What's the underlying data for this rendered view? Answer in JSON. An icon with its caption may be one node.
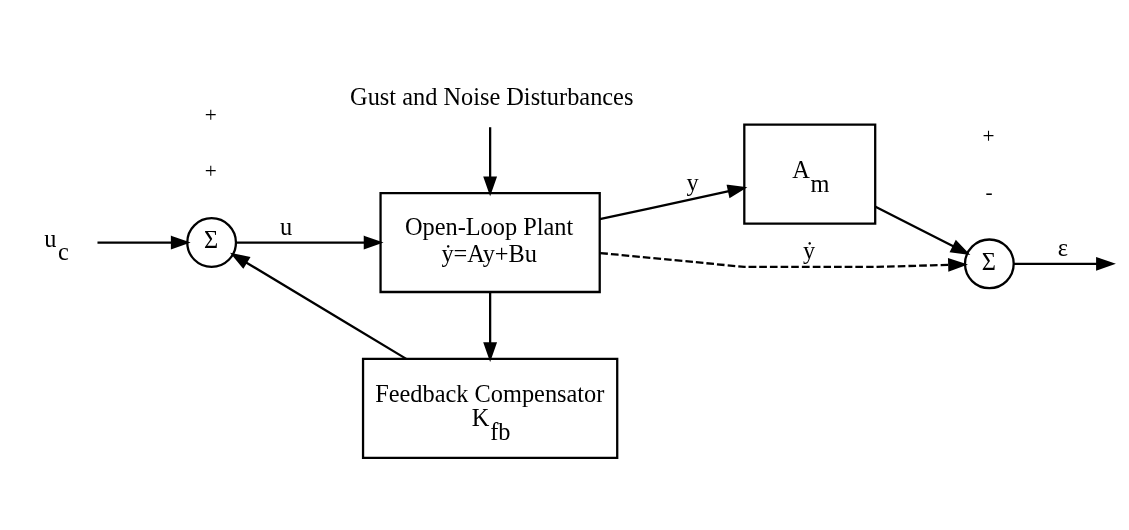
{
  "diagram": {
    "nodes": [
      {
        "text": [
          "u$_{c}$"
        ]
      },
      {
        "text": [
          "Σ"
        ]
      },
      {
        "text": [
          "Gust and Noise Disturbances"
        ]
      },
      {
        "text": [
          "Open-Loop Plant",
          "ẏ=Ay+Bu"
        ]
      },
      {
        "text": [
          "A$_{m}$"
        ]
      },
      {
        "text": [
          "Σ"
        ]
      },
      {
        "text": [
          "Feedback Compensator",
          "K$_{fb}$"
        ]
      }
    ],
    "edges": [
      {
        "from": 0,
        "to": 1,
        "arrow": "to"
      },
      {
        "from": 1,
        "to": 3,
        "arrow": "to",
        "label": "u"
      },
      {
        "from": 2,
        "to": 3,
        "arrow": "to"
      },
      {
        "from": 3,
        "to": 5,
        "arrow": "to",
        "label": "ẏ",
        "style": "dashed"
      },
      {
        "from": 3,
        "to": 4,
        "arrow": "to",
        "label": "y"
      },
      {
        "from": 3,
        "to": 6,
        "arrow": "to"
      },
      {
        "from": 4,
        "to": 5,
        "arrow": "to"
      },
      {
        "from": 6,
        "to": 1,
        "arrow": "to"
      },
      {
        "from": 5,
        "to": null,
        "arrow": "to",
        "label": "ε"
      }
    ],
    "labels": [
      "+",
      "-",
      "+",
      "+"
    ]
  }
}
